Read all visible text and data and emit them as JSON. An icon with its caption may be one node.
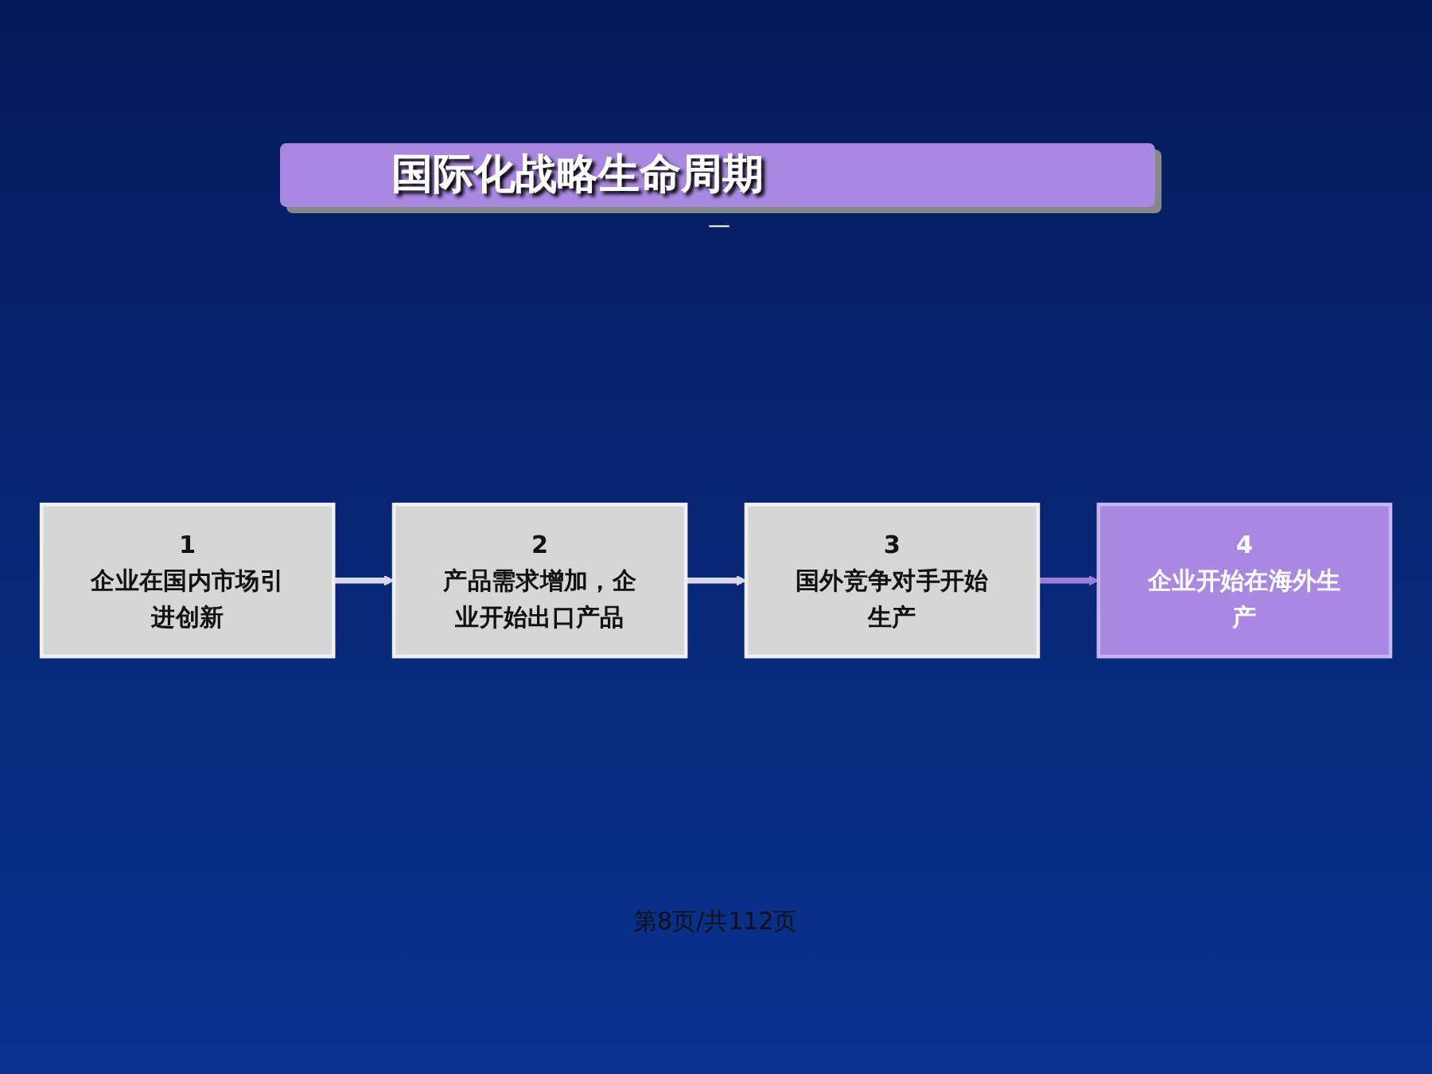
{
  "diagram": {
    "title": "国际化战略生命周期",
    "nodes": [
      {
        "text": [
          "1",
          "企业在国内市场引进创新"
        ]
      },
      {
        "text": [
          "2",
          "产品需求增加，企业开始出口产品"
        ]
      },
      {
        "text": [
          "3",
          "国外竞争对手开始生产"
        ]
      },
      {
        "text": [
          "4",
          "企业开始在海外生产"
        ]
      }
    ],
    "edges": [
      {
        "from": 0,
        "to": 1,
        "arrow": "to"
      },
      {
        "from": 1,
        "to": 2,
        "arrow": "to"
      },
      {
        "from": 2,
        "to": 3,
        "arrow": "to",
        "color": "#9b7fd8"
      }
    ],
    "labels": [
      "—",
      "第8页/共112页"
    ]
  }
}
